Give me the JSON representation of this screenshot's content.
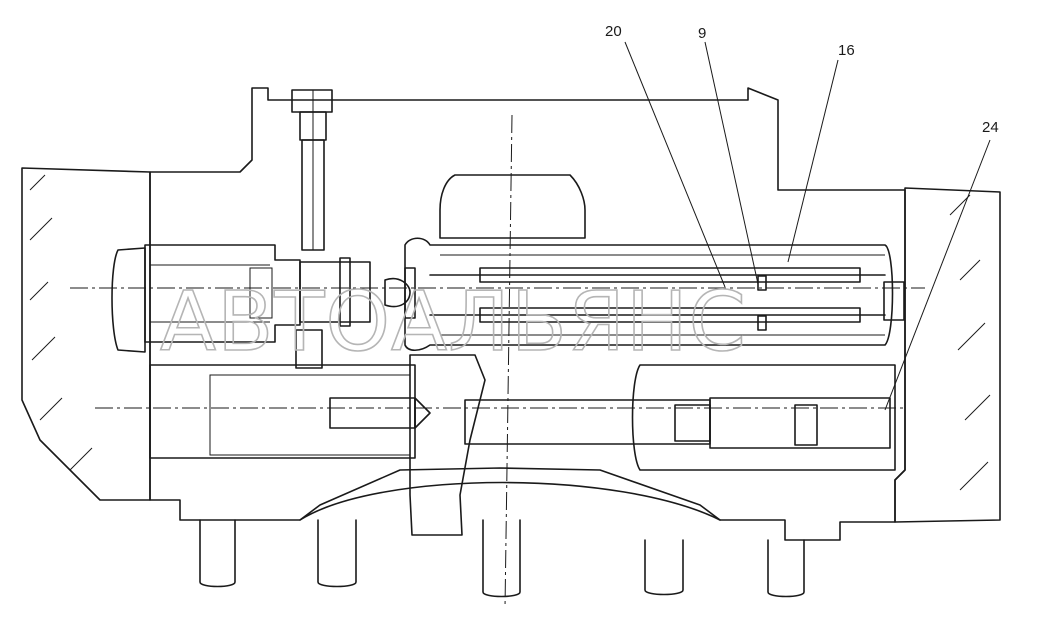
{
  "callouts": {
    "c20": "20",
    "c9": "9",
    "c16": "16",
    "c24": "24"
  },
  "watermark": "АВТОАЛЬЯНС"
}
